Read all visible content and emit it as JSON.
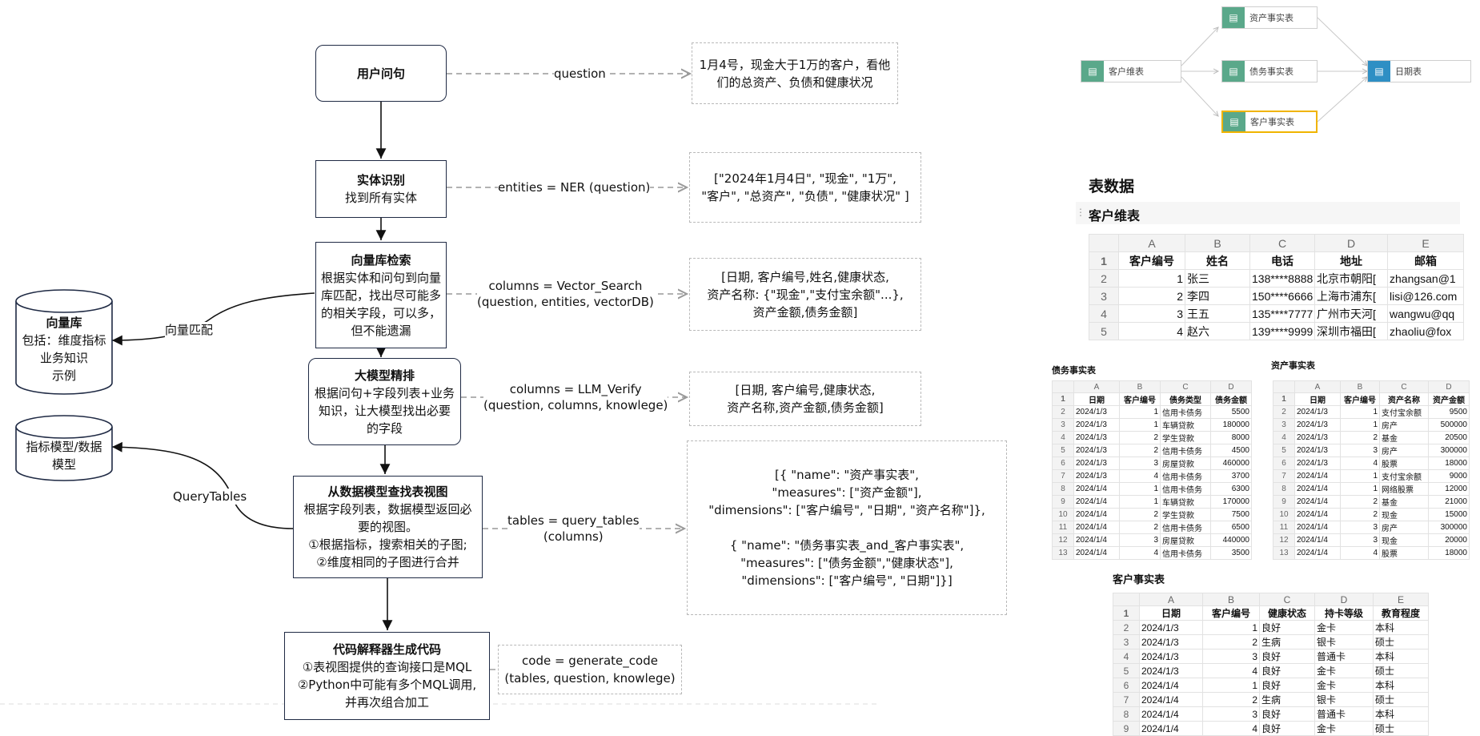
{
  "flow": {
    "user_query": {
      "title": "用户问句"
    },
    "ner": {
      "title": "实体识别",
      "desc": "找到所有实体"
    },
    "vector_search": {
      "title": "向量库检索",
      "desc": "根据实体和问句到向量库匹配，找出尽可能多的相关字段，可以多，但不能遗漏"
    },
    "llm_rerank": {
      "title": "大模型精排",
      "desc": "根据问句+字段列表+业务知识，让大模型找出必要的字段"
    },
    "find_views": {
      "title": "从数据模型查找表视图",
      "desc": "根据字段列表，数据模型返回必要的视图。",
      "step1": "①根据指标，搜索相关的子图;",
      "step2": "②维度相同的子图进行合并"
    },
    "code_gen": {
      "title": "代码解释器生成代码",
      "step1": "①表视图提供的查询接口是MQL",
      "step2": "②Python中可能有多个MQL调用,",
      "step3": "并再次组合加工"
    }
  },
  "edges": {
    "question": "question",
    "ner": "entities = NER (question)",
    "vector": "columns = Vector_Search\n(question, entities, vectorDB)",
    "llm": "columns = LLM_Verify\n(question, columns, knowlege)",
    "tables": "tables = query_tables\n(columns)",
    "code": "code = generate_code\n(tables, question, knowlege)",
    "vector_match": "向量匹配",
    "query_tables": "QueryTables"
  },
  "notes": {
    "question": "1月4号，现金大于1万的客户，看他\n们的总资产、负债和健康状况",
    "entities": "[\"2024年1月4日\", \"现金\", \"1万\",\n\"客户\", \"总资产\", \"负债\", \"健康状况\"  ]",
    "columns1": "[日期, 客户编号,姓名,健康状态,\n资产名称: {\"现金\",\"支付宝余额\"...},\n资产金额,债务金额]",
    "columns2": "[日期, 客户编号,健康状态,\n资产名称,资产金额,债务金额]",
    "tables": "[{  \"name\": \"资产事实表\",\n\"measures\": [\"资产金额\"],\n\"dimensions\": [\"客户编号\", \"日期\", \"资产名称\"]},\n\n{  \"name\": \"债务事实表_and_客户事实表\",\n\"measures\": [\"债务金额\",\"健康状态\"],\n\"dimensions\": [\"客户编号\", \"日期\"]}]"
  },
  "stores": {
    "vector_db": {
      "title": "向量库",
      "line1": "包括：维度指标",
      "line2": "业务知识",
      "line3": "示例"
    },
    "metric_model": {
      "line1": "指标模型/数据",
      "line2": "模型"
    }
  },
  "graph": {
    "nodes": {
      "customer_dim": "客户维表",
      "asset_fact": "资产事实表",
      "debt_fact": "债务事实表",
      "customer_fact": "客户事实表",
      "date_dim": "日期表"
    }
  },
  "tables_section": {
    "heading": "表数据",
    "customer_dim": {
      "title": "客户维表",
      "col_letters": [
        "A",
        "B",
        "C",
        "D",
        "E"
      ],
      "headers": [
        "客户编号",
        "姓名",
        "电话",
        "地址",
        "邮箱"
      ],
      "rows": [
        [
          "1",
          "张三",
          "138****8888",
          "北京市朝阳[",
          "zhangsan@1"
        ],
        [
          "2",
          "李四",
          "150****6666",
          "上海市浦东[",
          "lisi@126.com"
        ],
        [
          "3",
          "王五",
          "135****7777",
          "广州市天河[",
          "wangwu@qq"
        ],
        [
          "4",
          "赵六",
          "139****9999",
          "深圳市福田[",
          "zhaoliu@fox"
        ]
      ]
    },
    "debt_fact": {
      "title": "债务事实表",
      "col_letters": [
        "A",
        "B",
        "C",
        "D"
      ],
      "headers": [
        "日期",
        "客户编号",
        "债务类型",
        "债务金额"
      ],
      "rows": [
        [
          "2024/1/3",
          "1",
          "信用卡债务",
          "5500"
        ],
        [
          "2024/1/3",
          "1",
          "车辆贷款",
          "180000"
        ],
        [
          "2024/1/3",
          "2",
          "学生贷款",
          "8000"
        ],
        [
          "2024/1/3",
          "2",
          "信用卡债务",
          "4500"
        ],
        [
          "2024/1/3",
          "3",
          "房屋贷款",
          "460000"
        ],
        [
          "2024/1/3",
          "4",
          "信用卡债务",
          "3700"
        ],
        [
          "2024/1/4",
          "1",
          "信用卡债务",
          "6300"
        ],
        [
          "2024/1/4",
          "1",
          "车辆贷款",
          "170000"
        ],
        [
          "2024/1/4",
          "2",
          "学生贷款",
          "7500"
        ],
        [
          "2024/1/4",
          "2",
          "信用卡债务",
          "6500"
        ],
        [
          "2024/1/4",
          "3",
          "房屋贷款",
          "440000"
        ],
        [
          "2024/1/4",
          "4",
          "信用卡债务",
          "3500"
        ]
      ]
    },
    "asset_fact": {
      "title": "资产事实表",
      "col_letters": [
        "A",
        "B",
        "C",
        "D"
      ],
      "headers": [
        "日期",
        "客户编号",
        "资产名称",
        "资产金额"
      ],
      "rows": [
        [
          "2024/1/3",
          "1",
          "支付宝余额",
          "9500"
        ],
        [
          "2024/1/3",
          "1",
          "房产",
          "500000"
        ],
        [
          "2024/1/3",
          "2",
          "基金",
          "20500"
        ],
        [
          "2024/1/3",
          "3",
          "房产",
          "300000"
        ],
        [
          "2024/1/3",
          "4",
          "股票",
          "18000"
        ],
        [
          "2024/1/4",
          "1",
          "支付宝余额",
          "9000"
        ],
        [
          "2024/1/4",
          "1",
          "网络股票",
          "12000"
        ],
        [
          "2024/1/4",
          "2",
          "基金",
          "21000"
        ],
        [
          "2024/1/4",
          "2",
          "现金",
          "15000"
        ],
        [
          "2024/1/4",
          "3",
          "房产",
          "300000"
        ],
        [
          "2024/1/4",
          "3",
          "现金",
          "20000"
        ],
        [
          "2024/1/4",
          "4",
          "股票",
          "18000"
        ]
      ]
    },
    "customer_fact": {
      "title": "客户事实表",
      "col_letters": [
        "A",
        "B",
        "C",
        "D",
        "E"
      ],
      "headers": [
        "日期",
        "客户编号",
        "健康状态",
        "持卡等级",
        "教育程度"
      ],
      "rows": [
        [
          "2024/1/3",
          "1",
          "良好",
          "金卡",
          "本科"
        ],
        [
          "2024/1/3",
          "2",
          "生病",
          "银卡",
          "硕士"
        ],
        [
          "2024/1/3",
          "3",
          "良好",
          "普通卡",
          "本科"
        ],
        [
          "2024/1/3",
          "4",
          "良好",
          "金卡",
          "硕士"
        ],
        [
          "2024/1/4",
          "1",
          "良好",
          "金卡",
          "本科"
        ],
        [
          "2024/1/4",
          "2",
          "生病",
          "银卡",
          "硕士"
        ],
        [
          "2024/1/4",
          "3",
          "良好",
          "普通卡",
          "本科"
        ],
        [
          "2024/1/4",
          "4",
          "良好",
          "金卡",
          "硕士"
        ]
      ]
    }
  },
  "colors": {
    "node_green": "#5aa88a",
    "node_blue": "#2e8fc4",
    "selected": "#f0b400",
    "border": "#1f2a44"
  }
}
